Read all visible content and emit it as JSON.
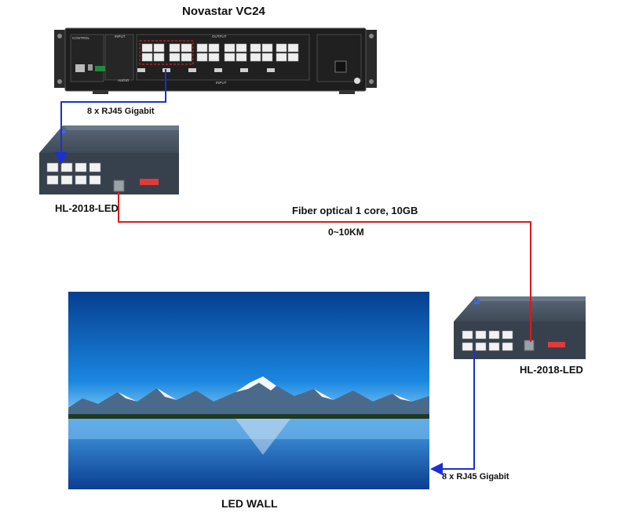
{
  "titles": {
    "controller": "Novastar VC24",
    "converter_top": "HL-2018-LED",
    "converter_bottom": "HL-2018-LED",
    "led_wall": "LED WALL"
  },
  "links": {
    "controller_to_converter": "8 x RJ45 Gigabit",
    "fiber_line1": "Fiber optical 1 core, 10GB",
    "fiber_line2": "0~10KM",
    "converter_to_wall": "8 x RJ45 Gigabit"
  },
  "panel_labels": {
    "control": "CONTROL",
    "input": "INPUT",
    "output": "OUTPUT",
    "audio": "AUDIO",
    "input_bottom": "INPUT"
  },
  "colors": {
    "copper_link": "#1a2fd6",
    "fiber_link": "#e01818",
    "chassis": "#1d1d1d",
    "converter_body": "#3a4350"
  }
}
